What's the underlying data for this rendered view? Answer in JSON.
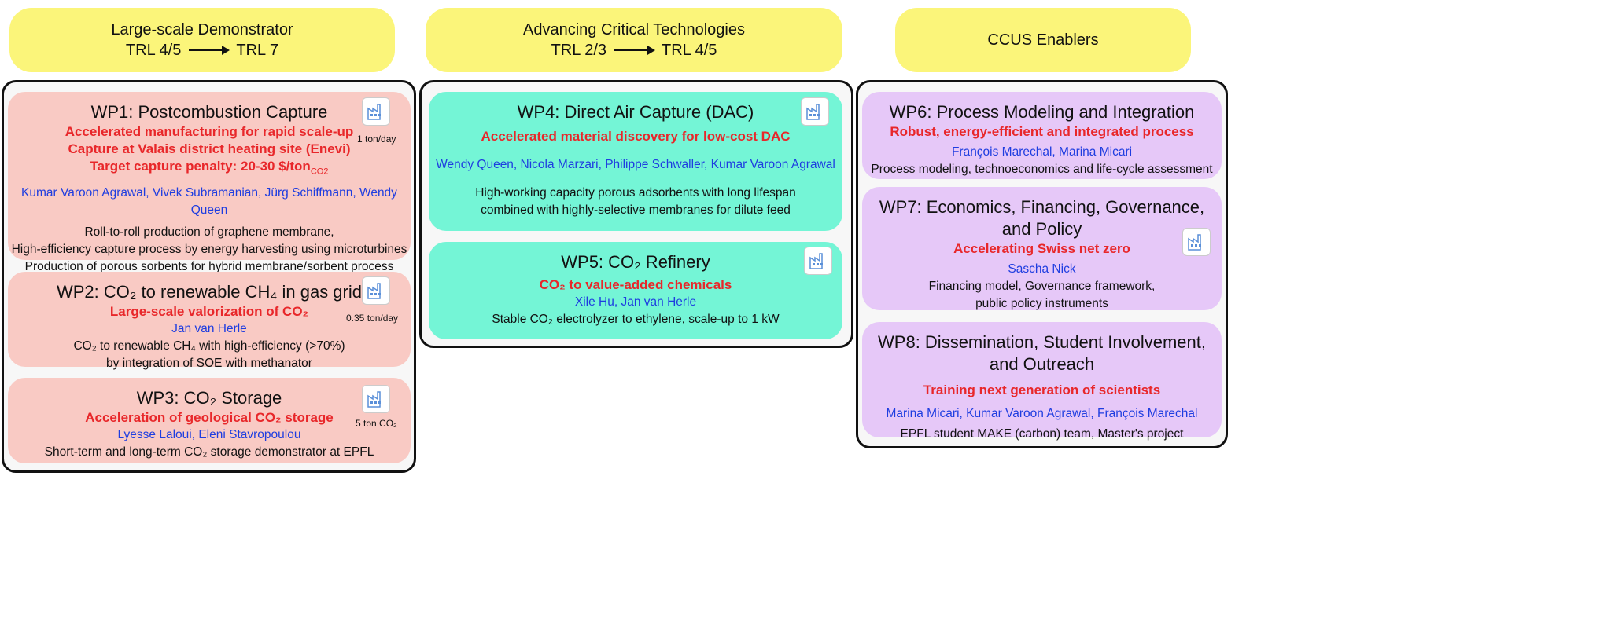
{
  "columns": [
    {
      "title": "Large-scale Demonstrator",
      "trl_from": "TRL 4/5",
      "trl_to": "TRL 7"
    },
    {
      "title": "Advancing Critical Technologies",
      "trl_from": "TRL 2/3",
      "trl_to": "TRL 4/5"
    },
    {
      "title": "CCUS Enablers"
    }
  ],
  "wp1": {
    "title": "WP1: Postcombustion Capture",
    "red": [
      "Accelerated manufacturing for rapid scale-up",
      "Capture at Valais district heating site (Enevi)",
      "Target capture penalty: 20-30 $/ton"
    ],
    "red_sub": "CO2",
    "people": "Kumar Varoon Agrawal, Vivek Subramanian, Jürg Schiffmann, Wendy Queen",
    "desc": [
      "Roll-to-roll production of graphene membrane,",
      "High-efficiency capture process by energy harvesting using microturbines",
      "Production of porous sorbents for hybrid membrane/sorbent process"
    ],
    "capacity": "1 ton/day"
  },
  "wp2": {
    "title": "WP2: CO₂ to renewable CH₄ in gas grid",
    "red": [
      "Large-scale valorization of CO₂"
    ],
    "people": "Jan van Herle",
    "desc": [
      "CO₂ to renewable CH₄ with high-efficiency (>70%)",
      "by integration of SOE with methanator"
    ],
    "capacity": "0.35 ton/day"
  },
  "wp3": {
    "title": "WP3: CO₂ Storage",
    "red": [
      "Acceleration of geological CO₂ storage"
    ],
    "people": "Lyesse Laloui, Eleni Stavropoulou",
    "desc": [
      "Short-term and long-term CO₂ storage demonstrator at EPFL"
    ],
    "capacity": "5 ton CO₂"
  },
  "wp4": {
    "title": "WP4: Direct Air Capture (DAC)",
    "red": [
      "Accelerated material discovery for low-cost DAC"
    ],
    "people": "Wendy Queen, Nicola Marzari, Philippe Schwaller, Kumar Varoon Agrawal",
    "desc": [
      "High-working capacity porous adsorbents with long lifespan",
      "combined with  highly-selective membranes for dilute feed"
    ]
  },
  "wp5": {
    "title": "WP5: CO₂ Refinery",
    "red": [
      "CO₂ to value-added chemicals"
    ],
    "people": "Xile Hu, Jan van Herle",
    "desc": [
      "Stable CO₂ electrolyzer to ethylene, scale-up to 1 kW"
    ]
  },
  "wp6": {
    "title": "WP6: Process Modeling and Integration",
    "red": [
      "Robust, energy-efficient and integrated process"
    ],
    "people": "François Marechal, Marina Micari",
    "desc": [
      "Process modeling, technoeconomics and life-cycle assessment"
    ]
  },
  "wp7": {
    "title": [
      "WP7: Economics, Financing, Governance,",
      "and Policy"
    ],
    "red": [
      "Accelerating Swiss net zero"
    ],
    "people": "Sascha Nick",
    "desc": [
      "Financing model, Governance framework,",
      "public policy instruments"
    ]
  },
  "wp8": {
    "title": [
      "WP8: Dissemination, Student Involvement,",
      "and Outreach"
    ],
    "red": [
      "Training next generation of scientists"
    ],
    "people": "Marina Micari, Kumar Varoon Agrawal, François Marechal",
    "desc": [
      "EPFL student MAKE (carbon) team, Master's project"
    ]
  }
}
